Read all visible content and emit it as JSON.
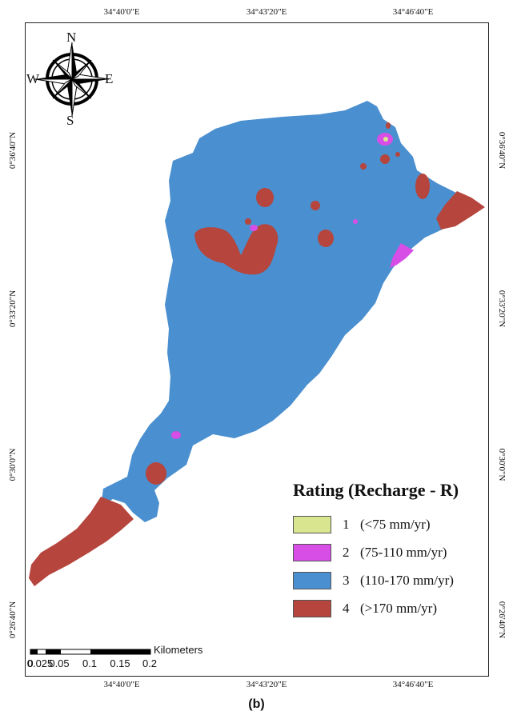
{
  "graticule": {
    "top": [
      "34°40'0\"E",
      "34°43'20\"E",
      "34°46'40\"E"
    ],
    "bottom": [
      "34°40'0\"E",
      "34°43'20\"E",
      "34°46'40\"E"
    ],
    "left": [
      "0°36'40\"N",
      "0°33'20\"N",
      "0°30'0\"N",
      "0°26'40\"N"
    ],
    "right": [
      "0°36'40\"N",
      "0°33'20\"N",
      "0°30'0\"N",
      "0°26'40\"N"
    ]
  },
  "compass": {
    "n": "N",
    "s": "S",
    "e": "E",
    "w": "W"
  },
  "legend": {
    "title": "Rating (Recharge - R)",
    "items": [
      {
        "rating": "1",
        "label": "(<75 mm/yr)",
        "color": "#d9e58f"
      },
      {
        "rating": "2",
        "label": "(75-110 mm/yr)",
        "color": "#d64ee6"
      },
      {
        "rating": "3",
        "label": "(110-170 mm/yr)",
        "color": "#4a8fcf"
      },
      {
        "rating": "4",
        "label": "(>170 mm/yr)",
        "color": "#b5453d"
      }
    ]
  },
  "scale": {
    "unit": "Kilometers",
    "labels": [
      "0",
      "0.025",
      "0.05",
      "0.1",
      "0.15",
      "0.2"
    ]
  },
  "caption": "(b)"
}
